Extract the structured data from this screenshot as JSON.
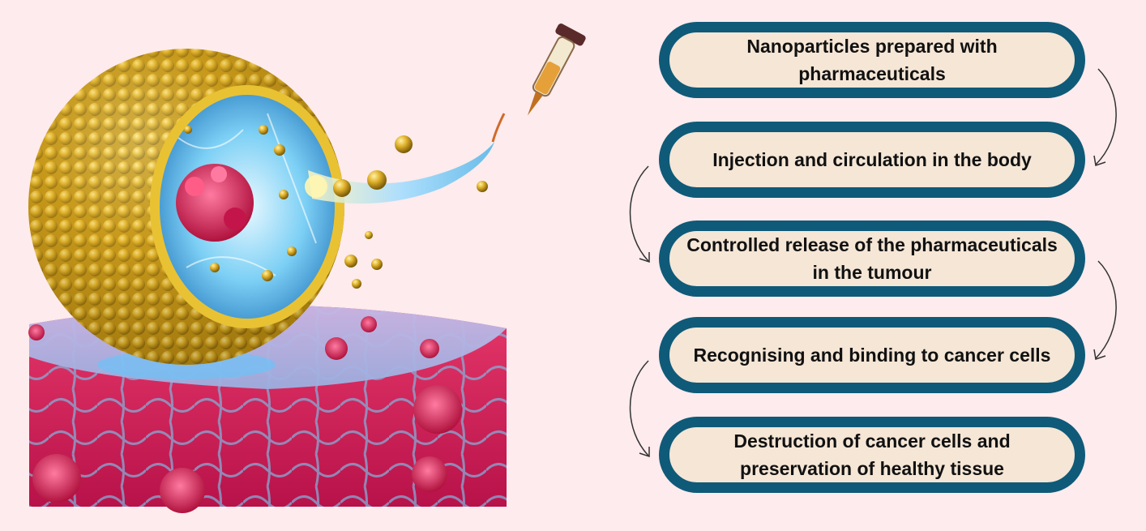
{
  "steps": [
    {
      "label": "Nanoparticles prepared with pharmaceuticals"
    },
    {
      "label": "Injection and circulation in the body"
    },
    {
      "label": "Controlled release of the pharmaceuticals in the tumour"
    },
    {
      "label": "Recognising and binding to cancer cells"
    },
    {
      "label": "Destruction of cancer cells and preservation of healthy tissue"
    }
  ],
  "colors": {
    "background": "#fdebed",
    "step_border": "#0f5a78",
    "step_fill": "#f5e6d6",
    "nanoparticle_gold": "#d4a514",
    "tissue_pink": "#d8285a",
    "fluid_blue": "#4fb4e8"
  },
  "illustration": {
    "subject": "nanoparticle-delivering-drug-to-tumour-tissue",
    "icons": [
      "syringe-icon",
      "nanoparticle-icon",
      "cancer-cell-icon",
      "tissue-icon"
    ]
  }
}
